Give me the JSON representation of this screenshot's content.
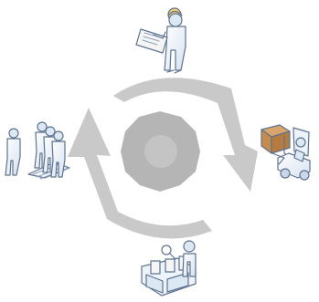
{
  "diagram": {
    "type": "cycle",
    "center": "gear-icon",
    "arrows": [
      "cycle-arrow-top",
      "cycle-arrow-bottom"
    ],
    "nodes": [
      {
        "position": "top",
        "icon": "engineer-with-blueprint-icon"
      },
      {
        "position": "right",
        "icon": "forklift-with-box-icon"
      },
      {
        "position": "bottom",
        "icon": "inspector-with-magnifier-and-conveyor-icon"
      },
      {
        "position": "left",
        "icon": "workers-group-icon"
      }
    ]
  },
  "colors": {
    "arrow": "#c9c9c9",
    "gear_outer": "#b5b5b5",
    "gear_inner": "#c4c4c4",
    "figure": "#dde8f5",
    "figure_outline": "#5f7391",
    "helmet": "#f4cc74",
    "box": "#c48c4d",
    "paper": "#f5f5f5"
  }
}
